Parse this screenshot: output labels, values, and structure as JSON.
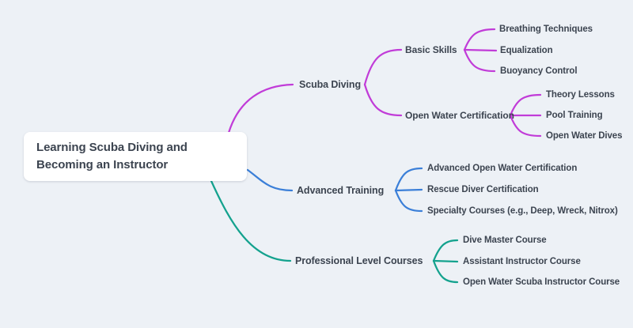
{
  "colors": {
    "background": "#edf1f6",
    "card": "#ffffff",
    "label_text": "#3c4450",
    "branch_scuba": "#c13cd8",
    "branch_advanced": "#3b7fd8",
    "branch_professional": "#14a28e"
  },
  "root": {
    "label": "Learning Scuba Diving and Becoming an Instructor"
  },
  "branches": [
    {
      "label": "Scuba Diving",
      "color": "#c13cd8",
      "children": [
        {
          "label": "Basic Skills",
          "children": [
            {
              "label": "Breathing Techniques"
            },
            {
              "label": "Equalization"
            },
            {
              "label": "Buoyancy Control"
            }
          ]
        },
        {
          "label": "Open Water Certification",
          "children": [
            {
              "label": "Theory Lessons"
            },
            {
              "label": "Pool Training"
            },
            {
              "label": "Open Water Dives"
            }
          ]
        }
      ]
    },
    {
      "label": "Advanced Training",
      "color": "#3b7fd8",
      "children": [
        {
          "label": "Advanced Open Water Certification"
        },
        {
          "label": "Rescue Diver Certification"
        },
        {
          "label": "Specialty Courses (e.g., Deep, Wreck, Nitrox)"
        }
      ]
    },
    {
      "label": "Professional Level Courses",
      "color": "#14a28e",
      "children": [
        {
          "label": "Dive Master Course"
        },
        {
          "label": "Assistant Instructor Course"
        },
        {
          "label": "Open Water Scuba Instructor Course"
        }
      ]
    }
  ]
}
